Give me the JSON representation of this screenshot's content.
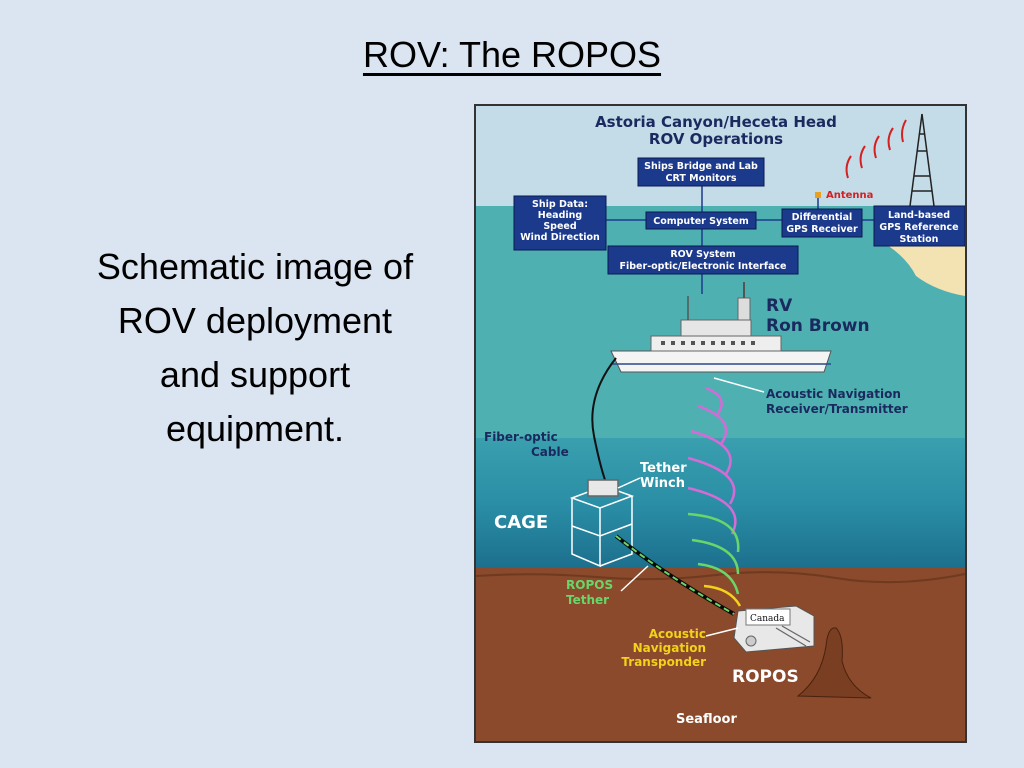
{
  "slide": {
    "title": "ROV: The ROPOS",
    "caption_lines": [
      "Schematic image of",
      "ROV deployment",
      "and support",
      "equipment."
    ]
  },
  "diagram": {
    "title_line1": "Astoria Canyon/Heceta Head",
    "title_line2": "ROV Operations",
    "boxes": {
      "ships_bridge": [
        "Ships Bridge and Lab",
        "CRT Monitors"
      ],
      "ship_data": [
        "Ship Data:",
        "Heading",
        "Speed",
        "Wind Direction"
      ],
      "computer_system": [
        "Computer System"
      ],
      "differential_gps": [
        "Differential",
        "GPS Receiver"
      ],
      "land_gps": [
        "Land-based",
        "GPS Reference",
        "Station"
      ],
      "rov_system": [
        "ROV System",
        "Fiber-optic/Electronic Interface"
      ]
    },
    "labels": {
      "antenna": "Antenna",
      "rv_line1": "RV",
      "rv_line2": "Ron Brown",
      "acoustic_rx_line1": "Acoustic Navigation",
      "acoustic_rx_line2": "Receiver/Transmitter",
      "fiber_line1": "Fiber-optic",
      "fiber_line2": "Cable",
      "tether_winch_line1": "Tether",
      "tether_winch_line2": "Winch",
      "cage": "CAGE",
      "ropos_tether_line1": "ROPOS",
      "ropos_tether_line2": "Tether",
      "transponder_line1": "Acoustic",
      "transponder_line2": "Navigation",
      "transponder_line3": "Transponder",
      "ropos": "ROPOS",
      "canada": "Canada",
      "seafloor": "Seafloor"
    },
    "colors": {
      "sky": "#c4dbe8",
      "sea_surface": "#4fb0b2",
      "deep_sea": "#1b7d93",
      "seafloor": "#8a4a2b",
      "box_fill": "#1c3a8c",
      "label_navy": "#1a2a5e",
      "label_yellow": "#f2d21a",
      "antenna_red": "#d42020"
    }
  }
}
